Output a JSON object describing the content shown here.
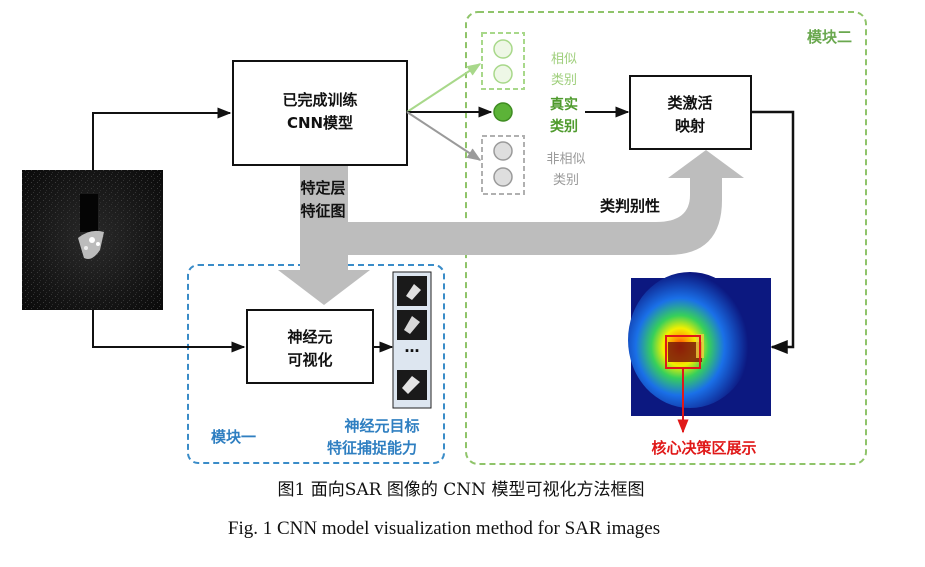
{
  "cnn_box": {
    "line1": "已完成训练",
    "line2": "CNN模型"
  },
  "feature_label": {
    "line1": "特定层",
    "line2": "特征图"
  },
  "cam_box": {
    "line1": "类激活",
    "line2": "映射"
  },
  "neuron_box": {
    "line1": "神经元",
    "line2": "可视化"
  },
  "similar_label": {
    "line1": "相似",
    "line2": "类别"
  },
  "true_label": {
    "line1": "真实",
    "line2": "类别"
  },
  "nonsimilar_label": {
    "line1": "非相似",
    "line2": "类别"
  },
  "discriminative_label": "类判别性",
  "module_two_label": "模块二",
  "module_one_label": "模块一",
  "neuron_feature_label": {
    "line1": "神经元目标",
    "line2": "特征捕捉能力"
  },
  "core_region_label": "核心决策区展示",
  "feature_ellipsis": "…",
  "caption_cn": "图1  面向SAR 图像的 CNN 模型可视化方法框图",
  "caption_en": "Fig. 1 CNN model visualization method for SAR images",
  "colors": {
    "module_two_border": "#8fc46a",
    "module_one_border": "#3a8cc8",
    "true_class_fill": "#5cb338",
    "similar_class": "#a8d88a",
    "nonsimilar_class": "#b0b0b0",
    "big_arrow": "#bdbdbd",
    "highlight_box": "#e01818"
  }
}
